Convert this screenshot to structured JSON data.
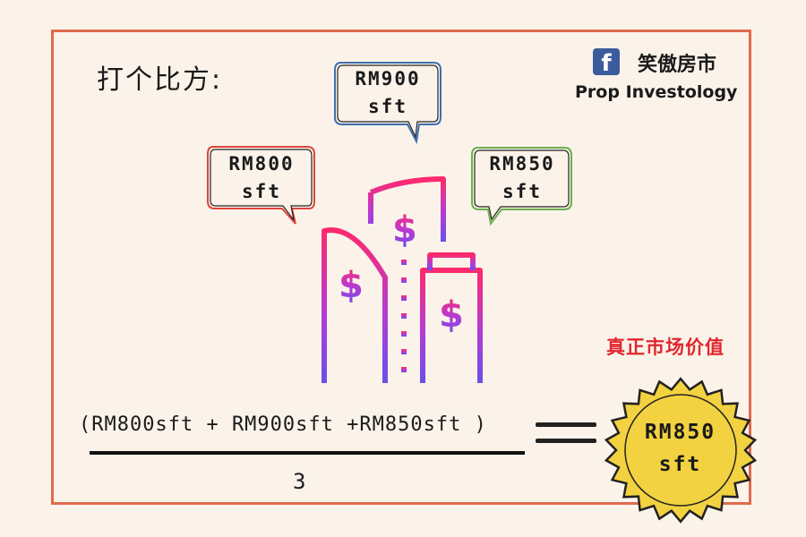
{
  "intro": "打个比方:",
  "brand": {
    "icon": "facebook-icon",
    "icon_glyph": "f",
    "name_cn": "笑傲房市",
    "name_en": "Prop Investology",
    "color": "#3b5b9c"
  },
  "bubbles": [
    {
      "line1": "RM800",
      "line2": "sft",
      "color": "#e0453a"
    },
    {
      "line1": "RM900",
      "line2": "sft",
      "color": "#3e6fb0"
    },
    {
      "line1": "RM850",
      "line2": "sft",
      "color": "#6ab04c"
    }
  ],
  "equation": {
    "numerator": "(RM800sft + RM900sft +RM850sft )",
    "denominator": "3"
  },
  "true_value_label": "真正市场价值",
  "seal": {
    "line1": "RM850",
    "line2": "sft",
    "color": "#f2d240"
  },
  "colors": {
    "frame": "#e06a4c",
    "accent_red": "#e0262e",
    "background": "#fbf3ea"
  }
}
